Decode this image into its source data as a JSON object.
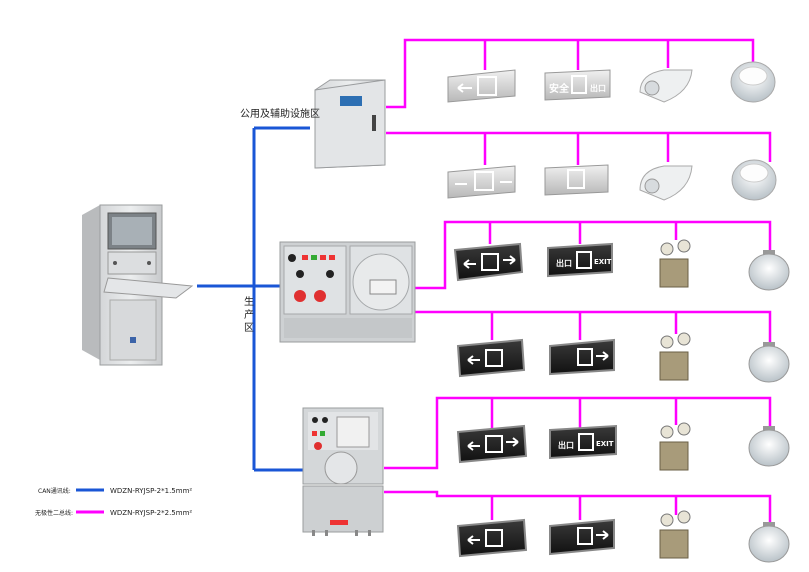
{
  "labels": {
    "public_area": "公用及辅助设施区",
    "production_area": [
      "生",
      "产",
      "区"
    ]
  },
  "legend": [
    {
      "label": "CAN通讯线:",
      "cable": "WDZN-RYJSP-2*1.5mm²",
      "color": "#1a56d6"
    },
    {
      "label": "无极性二总线:",
      "cable": "WDZN-RYJSP-2*2.5mm²",
      "color": "#ff00ff"
    }
  ],
  "sign_text": {
    "safe_exit": "安全",
    "exit_cn": "出口",
    "exit_en": "EXIT"
  },
  "colors": {
    "can_line": "#1a56d6",
    "bus_line": "#ff00ff"
  }
}
